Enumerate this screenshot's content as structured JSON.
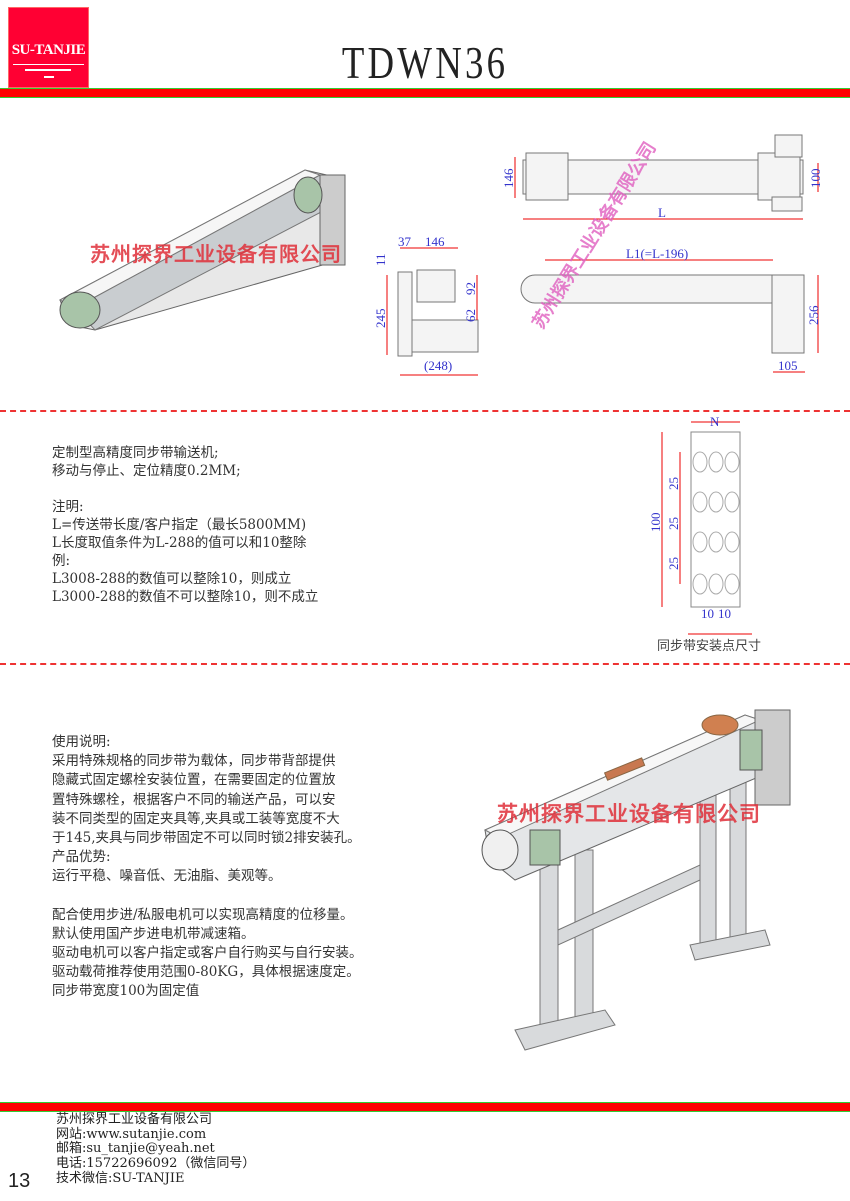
{
  "header": {
    "logo_text": "SU-TANJIE",
    "title": "TDWN36"
  },
  "drawings": {
    "dims": {
      "d146a": "146",
      "d100": "100",
      "dL": "L",
      "d37": "37",
      "d146b": "146",
      "d11": "11",
      "d245": "245",
      "d92": "92",
      "d62": "62",
      "d248": "(248)",
      "dL1": "L1(=L-196)",
      "d256": "256",
      "d105": "105"
    },
    "watermark": "苏州探界工业设备有限公司"
  },
  "spec": {
    "lines": [
      "定制型高精度同步带输送机;",
      "移动与停止、定位精度0.2MM;",
      "",
      "注明:",
      "L=传送带长度/客户指定（最长5800MM)",
      "L长度取值条件为L-288的值可以和10整除",
      "例:",
      "L3008-288的数值可以整除10，则成立",
      "L3000-288的数值不可以整除10，则不成立"
    ]
  },
  "mount": {
    "N": "N",
    "d100": "100",
    "d25": "25",
    "d10": "10",
    "caption": "同步带安装点尺寸"
  },
  "usage": {
    "lines": [
      "使用说明:",
      "采用特殊规格的同步带为载体，同步带背部提供",
      "隐藏式固定螺栓安装位置，在需要固定的位置放",
      "置特殊螺栓，根据客户不同的输送产品，可以安",
      "装不同类型的固定夹具等,夹具或工装等宽度不大",
      "于145,夹具与同步带固定不可以同时锁2排安装孔。",
      "产品优势:",
      "运行平稳、噪音低、无油脂、美观等。",
      "",
      "配合使用步进/私服电机可以实现高精度的位移量。",
      "默认使用国产步进电机带减速箱。",
      "驱动电机可以客户指定或客户自行购买与自行安装。",
      "驱动载荷推荐使用范围0-80KG，具体根据速度定。",
      "同步带宽度100为固定值"
    ]
  },
  "footer": {
    "company": "苏州探界工业设备有限公司",
    "website": "网站:www.sutanjie.com",
    "email": "邮箱:su_tanjie@yeah.net",
    "phone": "电话:15722696092（微信同号）",
    "wechat": "技术微信:SU-TANJIE",
    "page": "13"
  }
}
